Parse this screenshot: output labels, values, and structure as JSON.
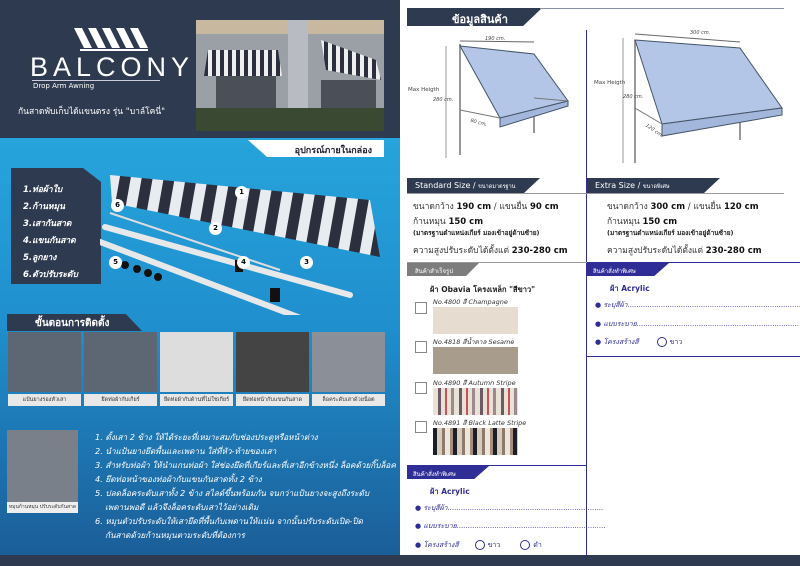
{
  "brand": {
    "name": "BALCONY",
    "subtitle": "Drop Arm Awning",
    "tagline": "กันสาดพับเก็บได้แขนตรง รุ่น \"บาล์โคนี่\""
  },
  "box_contents": {
    "title": "อุปกรณ์ภายในกล่อง",
    "items": [
      "1.ท่อผ้าใบ",
      "2.ก้านหมุน",
      "3.เสากันสาด",
      "4.แขนกันสาด",
      "5.ลูกยาง",
      "6.ตัวปรับระดับ"
    ],
    "callouts": [
      "1",
      "2",
      "3",
      "4",
      "5",
      "6"
    ]
  },
  "install": {
    "title": "ขั้นตอนการติดตั้ง",
    "captions": [
      "แป้นยางรองหัวเสา",
      "ยึดท่อผ้ากับเกียร์",
      "ยึดท่อผ้ากับด้านที่ไม่ใช่เกียร์",
      "ยึดท่อหน้ากับแขนกันสาด",
      "ล็อคระดับเสาด้วยน็อต"
    ],
    "photo_caption": "หมุนก้านหมุน ปรับระดับกันสาด",
    "steps": [
      "1. ตั้งเสา 2 ข้าง ให้ได้ระยะที่เหมาะสมกับช่องประตูหรือหน้าต่าง",
      "2. นำแป้นยางยึดพื้นและเพดาน ใส่ที่หัว-ท้ายของเสา",
      "3. สำหรับท่อผ้า ให้นำแกนท่อผ้า ใส่ช่องยึดที่เกียร์และที่เสาอีกข้างหนึ่ง ล็อคด้วยกิ๊บล็อค",
      "4. ยึดท่อหน้าของท่อผ้ากับแขนกันสาดทั้ง 2 ข้าง",
      "5. ปลดล็อคระดับเสาทั้ง 2 ข้าง สไลด์ขึ้นพร้อมกัน จนกว่าแป้นยางจะสูงถึงระดับ",
      "เพดานพอดี แล้วจึงล็อคระดับเสาไว้อย่างเดิม",
      "6. หมุนตัวปรับระดับให้เสายึดที่พื้นกับเพดานให้แน่น จากนั้นปรับระดับเปิด-ปิด",
      "กันสาดด้วยก้านหมุนตามระดับที่ต้องการ"
    ]
  },
  "product": {
    "title": "ข้อมูลสินค้า",
    "diagram_std": {
      "width": "190 cm.",
      "depth": "90 cm.",
      "height": "280 cm.",
      "label": "Max Heigth"
    },
    "diagram_ext": {
      "width": "300 cm.",
      "depth": "120 cm.",
      "height": "280 cm.",
      "label": "Max Heigth"
    },
    "standard": {
      "tab": "Standard Size / ",
      "tab_th": "ขนาดมาตรฐาน",
      "l1a": "ขนาดกว้าง ",
      "l1b": "190 cm",
      "l1c": " / แขนยื่น ",
      "l1d": "90 cm",
      "l2a": "ก้านหมุน ",
      "l2b": "150 cm",
      "l3": "(มาตรฐานตำแหน่งเกียร์ มองเข้าอยู่ด้านซ้าย)",
      "l4a": "ความสูงปรับระดับได้ตั้งแต่ ",
      "l4b": "230-280 cm"
    },
    "extra": {
      "tab": "Extra Size / ",
      "tab_th": "ขนาดพิเศษ",
      "l1a": "ขนาดกว้าง ",
      "l1b": "300 cm",
      "l1c": " / แขนยื่น ",
      "l1d": "120 cm",
      "l2a": "ก้านหมุน ",
      "l2b": "150 cm",
      "l3": "(มาตรฐานตำแหน่งเกียร์ มองเข้าอยู่ด้านซ้าย)",
      "l4a": "ความสูงปรับระดับได้ตั้งแต่ ",
      "l4b": "230-280 cm"
    }
  },
  "ready_made": {
    "tab": "สินค้าสำเร็จรูป",
    "title": "ผ้า Obavia โครงเหล็ก \"สีขาว\"",
    "swatches": [
      {
        "label": "No.4800 สี Champagne",
        "color": "#e6ddd0"
      },
      {
        "label": "No.4818 สีน้ำตาล Sesame",
        "color": "#a89c8c"
      },
      {
        "label": "No.4890 สี Autumn Stripe",
        "color": "#e8e2d4"
      },
      {
        "label": "No.4891 สี Black Latte Stripe",
        "color": "#c8b9a6"
      }
    ]
  },
  "custom_right": {
    "tab": "สินค้าสั่งทำพิเศษ",
    "title": "ผ้า Acrylic",
    "color_field": "ระบุสีผ้า",
    "style_field": "แบบระบาย",
    "frame_label": "โครงสร้างสี",
    "options": [
      "ขาว"
    ]
  },
  "custom_left": {
    "tab": "สินค้าสั่งทำพิเศษ",
    "title": "ผ้า Acrylic",
    "color_field": "ระบุสีผ้า",
    "style_field": "แบบระบาย",
    "frame_label": "โครงสร้างสี",
    "options": [
      "ขาว",
      "ดำ"
    ]
  },
  "colors": {
    "navy": "#2e3a4f",
    "blue": "#27a4dc",
    "purple": "#2f2e97"
  }
}
